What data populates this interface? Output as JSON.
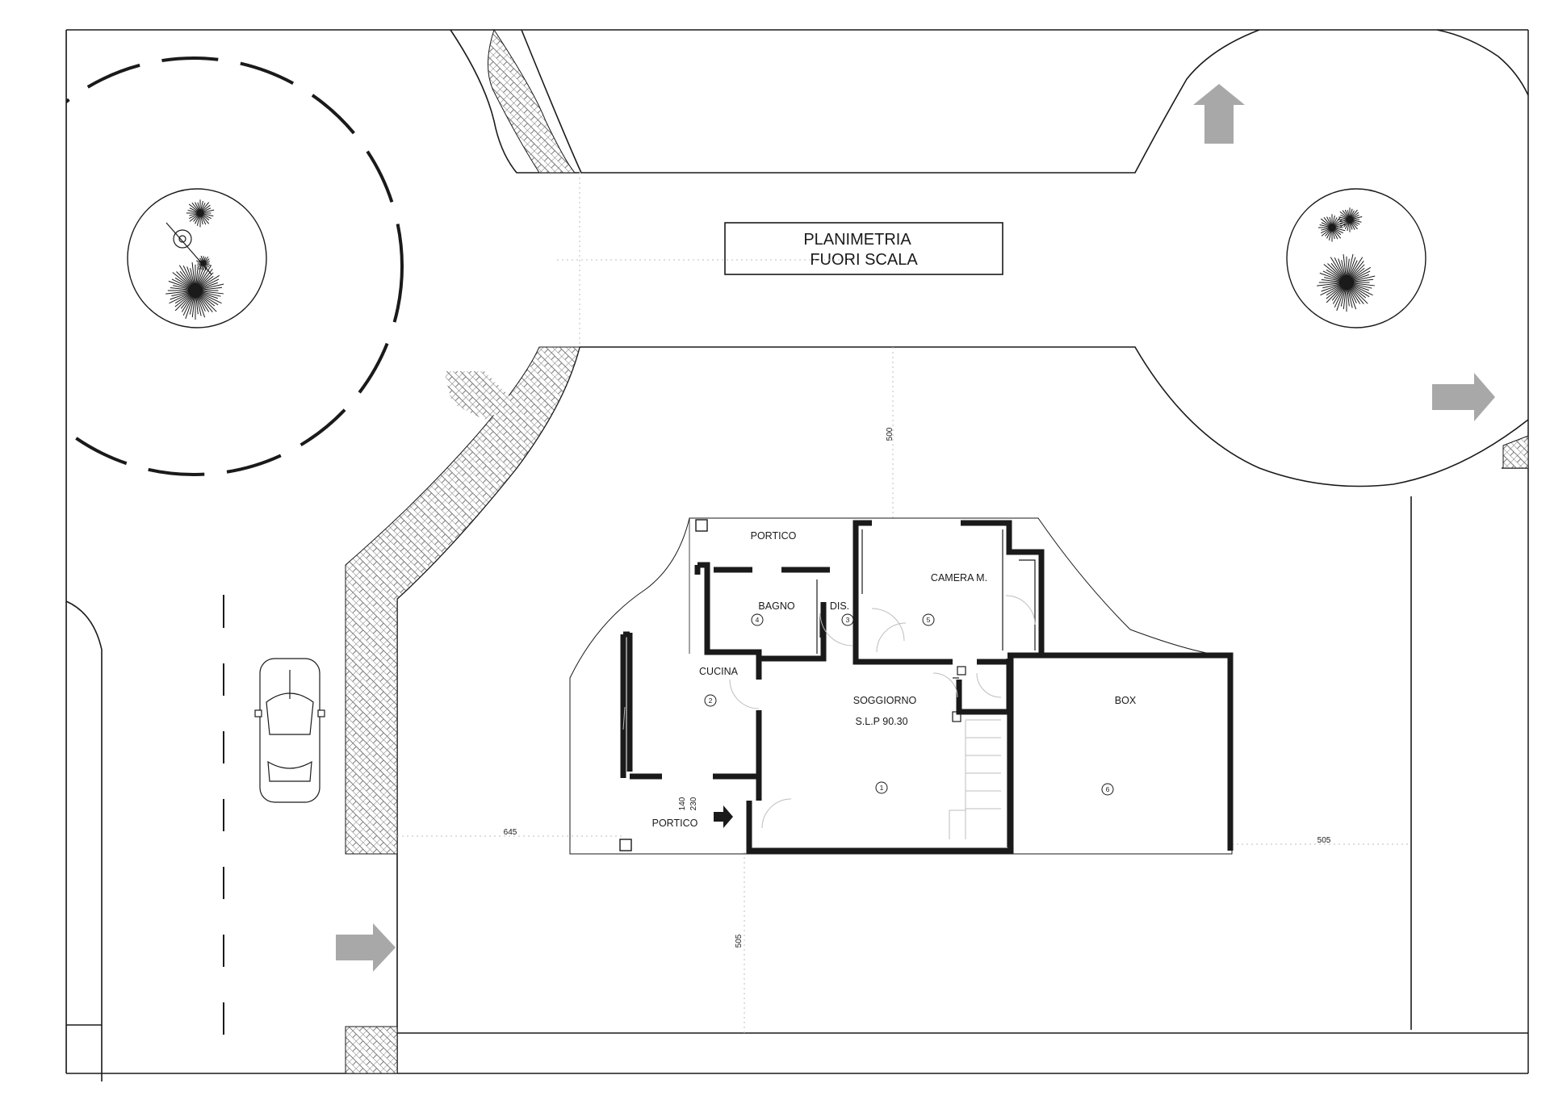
{
  "title": {
    "line1": "PLANIMETRIA",
    "line2": "FUORI SCALA"
  },
  "rooms": {
    "portico_top": "PORTICO",
    "camera": "CAMERA M.",
    "bagno": "BAGNO",
    "dis": "DIS.",
    "cucina": "CUCINA",
    "soggiorno": "SOGGIORNO",
    "slp": "S.L.P 90.30",
    "box": "BOX",
    "portico_bottom": "PORTICO"
  },
  "room_numbers": [
    "1",
    "2",
    "3",
    "4",
    "5",
    "6"
  ],
  "dimensions": {
    "top": "500",
    "left": "645",
    "right": "505",
    "bottom": "505",
    "step_a": "140",
    "step_b": "230"
  },
  "colors": {
    "line": "#1a1a1a",
    "hatch": "#7a7a7a",
    "arrow": "#a8a8a8",
    "guide": "#bdbdbd"
  }
}
